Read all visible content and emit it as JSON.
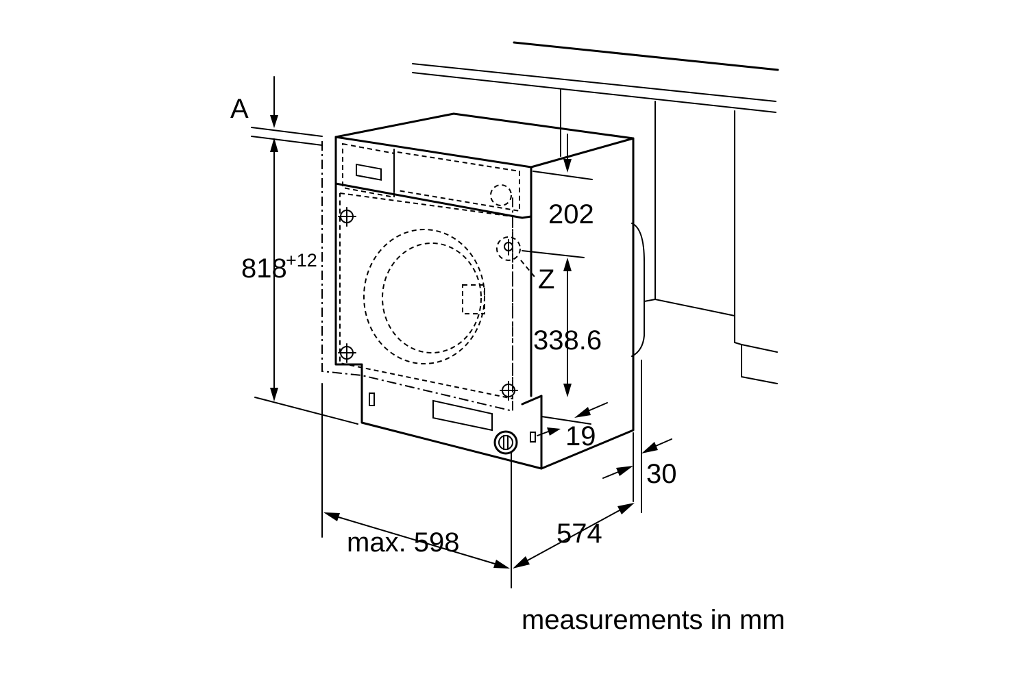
{
  "diagram": {
    "labels": {
      "a": "A",
      "height_main": "818",
      "height_tolerance": "+12",
      "top_panel": "202",
      "z": "Z",
      "door_offset": "338.6",
      "plinth": "19",
      "rear_gap": "30",
      "width": "max. 598",
      "depth": "574"
    },
    "footer": "measurements in mm"
  }
}
